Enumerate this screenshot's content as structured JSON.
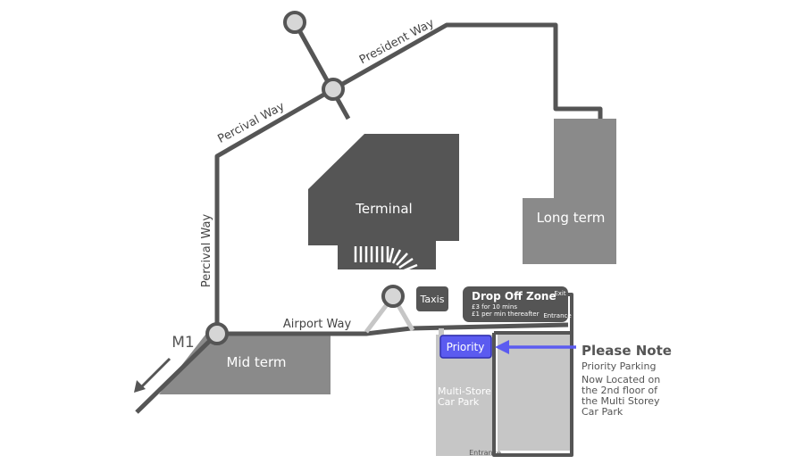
{
  "roads": {
    "president_way": "President Way",
    "percival_way_upper": "Percival Way",
    "percival_way_lower": "Percival Way",
    "airport_way": "Airport Way",
    "m1": "M1"
  },
  "areas": {
    "terminal": "Terminal",
    "long_term": "Long term",
    "mid_term": "Mid term",
    "taxis": "Taxis",
    "priority": "Priority",
    "multi_storey_line1": "Multi-Store",
    "multi_storey_line2": "Car Park",
    "entrance_bottom": "Entrance"
  },
  "drop_off": {
    "title": "Drop Off Zone",
    "price_line1": "£3 for 10 mins",
    "price_line2": "£1 per min thereafter",
    "exit": "Exit",
    "entrance": "Entrance"
  },
  "note": {
    "title": "Please Note",
    "line1": "Priority Parking",
    "line2": "Now Located on",
    "line3": "the 2nd floor of",
    "line4": "the Multi Storey",
    "line5": "Car Park"
  },
  "colors": {
    "road": "#555555",
    "building_dark": "#555555",
    "building_mid": "#8a8a8a",
    "car_park_light": "#c6c6c6",
    "priority": "#5b5bf0",
    "arrow": "#5b5bf0"
  }
}
